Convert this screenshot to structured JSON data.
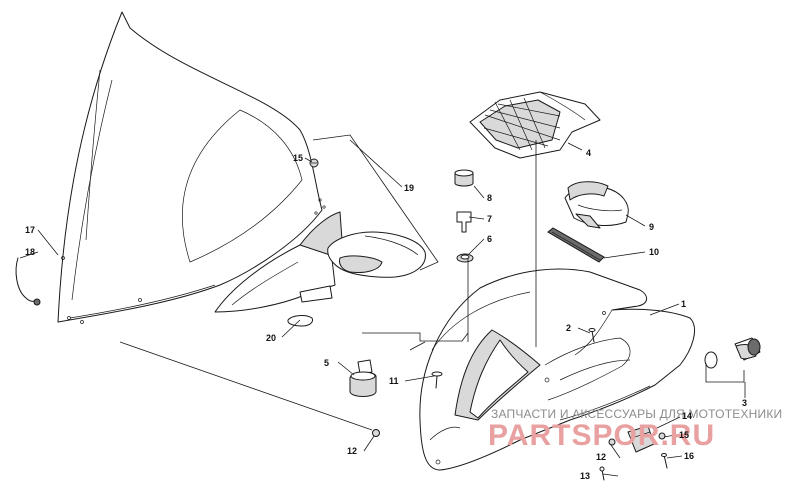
{
  "diagram": {
    "callouts": {
      "c1": "1",
      "c2": "2",
      "c3": "3",
      "c4": "4",
      "c5": "5",
      "c6": "6",
      "c7": "7",
      "c8": "8",
      "c9": "9",
      "c10": "10",
      "c11": "11",
      "c12a": "12",
      "c12b": "12",
      "c13": "13",
      "c14": "14",
      "c15a": "15",
      "c15b": "15",
      "c16": "16",
      "c17": "17",
      "c18": "18",
      "c19": "19",
      "c20": "20"
    }
  },
  "watermark": {
    "caption": "ЗАПЧАСТИ И АКСЕССУАРЫ ДЛЯ МОТОТЕХНИКИ",
    "brand": "PARTSPOR.RU",
    "brand_color": "#e8a0a0"
  }
}
